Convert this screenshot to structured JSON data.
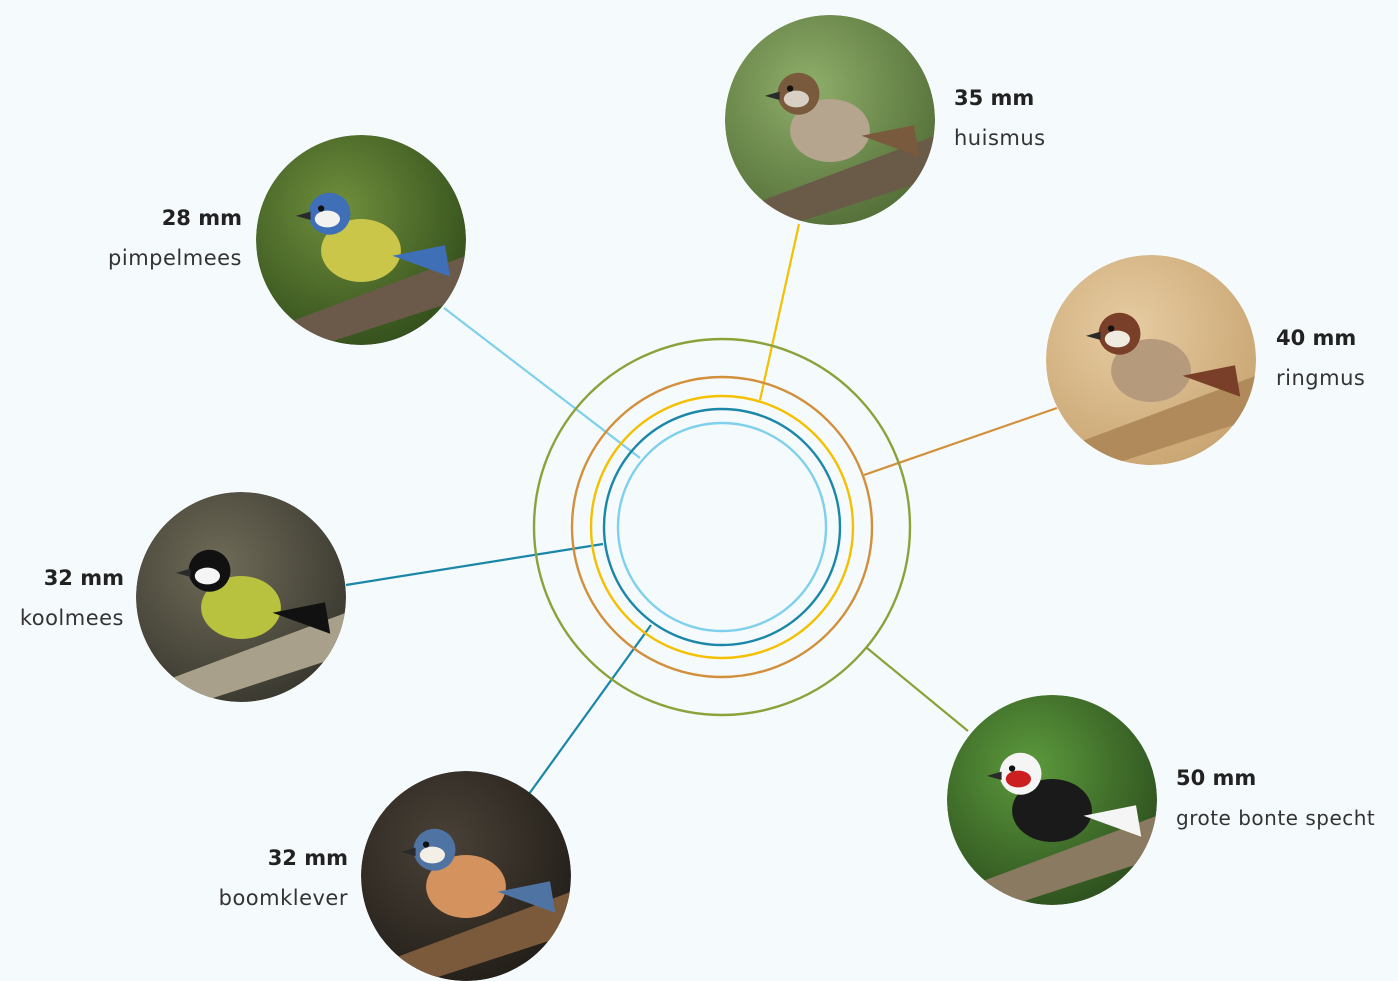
{
  "birds": [
    {
      "id": "pimpelmees",
      "size": "28 mm",
      "name": "pimpelmees",
      "color": "#7fd0ec",
      "photo": "blue-tit-photo",
      "palette": {
        "bg1": "#6f8f3c",
        "bg2": "#2f4a1a",
        "body": "#c9c64a",
        "head": "#3f6fb6",
        "cheek": "#f2f2f0",
        "branch": "#6b5a4a"
      }
    },
    {
      "id": "huismus",
      "size": "35 mm",
      "name": "huismus",
      "color": "#f4c000",
      "photo": "house-sparrow-photo",
      "palette": {
        "bg1": "#8fae6a",
        "bg2": "#4f6a34",
        "body": "#b5a48e",
        "head": "#7a5a3c",
        "cheek": "#d8d0c4",
        "branch": "#6a5a48"
      }
    },
    {
      "id": "ringmus",
      "size": "40 mm",
      "name": "ringmus",
      "color": "#d28f3c",
      "photo": "tree-sparrow-photo",
      "palette": {
        "bg1": "#e6cca2",
        "bg2": "#c7a26e",
        "body": "#b59a7c",
        "head": "#7a3f28",
        "cheek": "#f0ebe0",
        "branch": "#b08a5a"
      }
    },
    {
      "id": "koolmees",
      "size": "32 mm",
      "name": "koolmees",
      "color": "#1a86a8",
      "photo": "great-tit-photo",
      "palette": {
        "bg1": "#6f6b58",
        "bg2": "#35342c",
        "body": "#b8c23e",
        "head": "#111111",
        "cheek": "#f5f5f5",
        "branch": "#a8a08a"
      }
    },
    {
      "id": "boomklever",
      "size": "32 mm",
      "name": "boomklever",
      "color": "#1a86a8",
      "photo": "nuthatch-photo",
      "palette": {
        "bg1": "#4a4238",
        "bg2": "#1f1b16",
        "body": "#d4925e",
        "head": "#4f74a4",
        "cheek": "#f3eee6",
        "branch": "#7a5a3a"
      }
    },
    {
      "id": "grote-bonte-specht",
      "size": "50 mm",
      "name": "grote bonte specht",
      "color": "#8ba23a",
      "photo": "great-spotted-woodpecker-photo",
      "palette": {
        "bg1": "#5c9a3c",
        "bg2": "#2a4a1c",
        "body": "#1a1a1a",
        "head": "#f5f5f5",
        "cheek": "#cc1f1f",
        "branch": "#8a7a62"
      }
    }
  ]
}
